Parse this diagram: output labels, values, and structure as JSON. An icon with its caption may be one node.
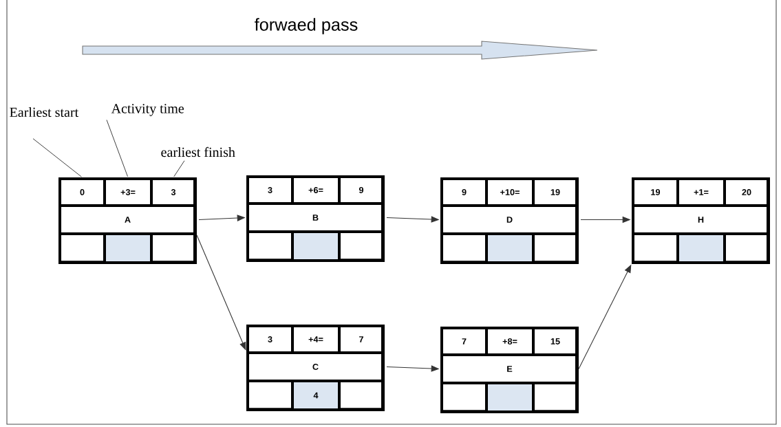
{
  "diagram": {
    "nodes": [
      {
        "text": [
          "Earliest start"
        ]
      },
      {
        "text": [
          "Activity time"
        ]
      },
      {
        "text": [
          "earliest finish"
        ]
      },
      {
        "text": [],
        "shape": "box"
      },
      {
        "text": [
          "0"
        ],
        "in": 3
      },
      {
        "text": [
          "+3="
        ],
        "in": 3
      },
      {
        "text": [
          "3"
        ],
        "in": 3
      },
      {
        "text": [
          "A"
        ],
        "in": 3
      },
      {
        "text": [],
        "shape": "box",
        "in": 3
      },
      {
        "text": [],
        "shape": "box",
        "in": 3
      },
      {
        "text": [],
        "shape": "box",
        "in": 3
      },
      {
        "text": [],
        "shape": "box"
      },
      {
        "text": [
          "3"
        ],
        "in": 11
      },
      {
        "text": [
          "+6="
        ],
        "in": 11
      },
      {
        "text": [
          "9"
        ],
        "in": 11
      },
      {
        "text": [
          "B"
        ],
        "in": 11
      },
      {
        "text": [],
        "shape": "box",
        "in": 11
      },
      {
        "text": [],
        "shape": "box",
        "in": 11
      },
      {
        "text": [],
        "shape": "box",
        "in": 11
      },
      {
        "text": [],
        "shape": "box"
      },
      {
        "text": [
          "9"
        ],
        "in": 19
      },
      {
        "text": [
          "+10="
        ],
        "in": 19
      },
      {
        "text": [
          "19"
        ],
        "in": 19
      },
      {
        "text": [
          "D"
        ],
        "in": 19
      },
      {
        "text": [],
        "shape": "box",
        "in": 19
      },
      {
        "text": [],
        "shape": "box",
        "in": 19
      },
      {
        "text": [],
        "shape": "box",
        "in": 19
      },
      {
        "text": [],
        "shape": "box"
      },
      {
        "text": [
          "19"
        ],
        "in": 27
      },
      {
        "text": [
          "+1="
        ],
        "in": 27
      },
      {
        "text": [
          "20"
        ],
        "in": 27
      },
      {
        "text": [
          "H"
        ],
        "in": 27
      },
      {
        "text": [],
        "shape": "box",
        "in": 27
      },
      {
        "text": [],
        "shape": "box",
        "in": 27
      },
      {
        "text": [],
        "shape": "box",
        "in": 27
      },
      {
        "text": [],
        "shape": "box"
      },
      {
        "text": [
          "3"
        ],
        "in": 35
      },
      {
        "text": [
          "+4="
        ],
        "in": 35
      },
      {
        "text": [
          "7"
        ],
        "in": 35
      },
      {
        "text": [
          "C"
        ],
        "in": 35
      },
      {
        "text": [],
        "shape": "box",
        "in": 35
      },
      {
        "text": [
          "4"
        ],
        "in": 35
      },
      {
        "text": [],
        "shape": "box",
        "in": 35
      },
      {
        "text": [],
        "shape": "box"
      },
      {
        "text": [
          "7"
        ],
        "in": 43
      },
      {
        "text": [
          "+8="
        ],
        "in": 43
      },
      {
        "text": [
          "15"
        ],
        "in": 43
      },
      {
        "text": [
          "E"
        ],
        "in": 43
      },
      {
        "text": [],
        "shape": "box",
        "in": 43
      },
      {
        "text": [],
        "shape": "box",
        "in": 43
      },
      {
        "text": [],
        "shape": "box",
        "in": 43
      }
    ],
    "edges": [
      {
        "from": 0,
        "to": 4,
        "arrow": "none"
      },
      {
        "from": 1,
        "to": 5,
        "arrow": "none"
      },
      {
        "from": 2,
        "to": 6,
        "arrow": "none"
      },
      {
        "from": 7,
        "to": 15,
        "arrow": "to"
      },
      {
        "from": 15,
        "to": 23,
        "arrow": "to"
      },
      {
        "from": 23,
        "to": 31,
        "arrow": "to"
      },
      {
        "from": 7,
        "to": 39,
        "arrow": "to"
      },
      {
        "from": 39,
        "to": 47,
        "arrow": "to"
      },
      {
        "from": 47,
        "to": 27,
        "arrow": "to"
      }
    ],
    "labels": [
      "forwaed pass"
    ]
  }
}
